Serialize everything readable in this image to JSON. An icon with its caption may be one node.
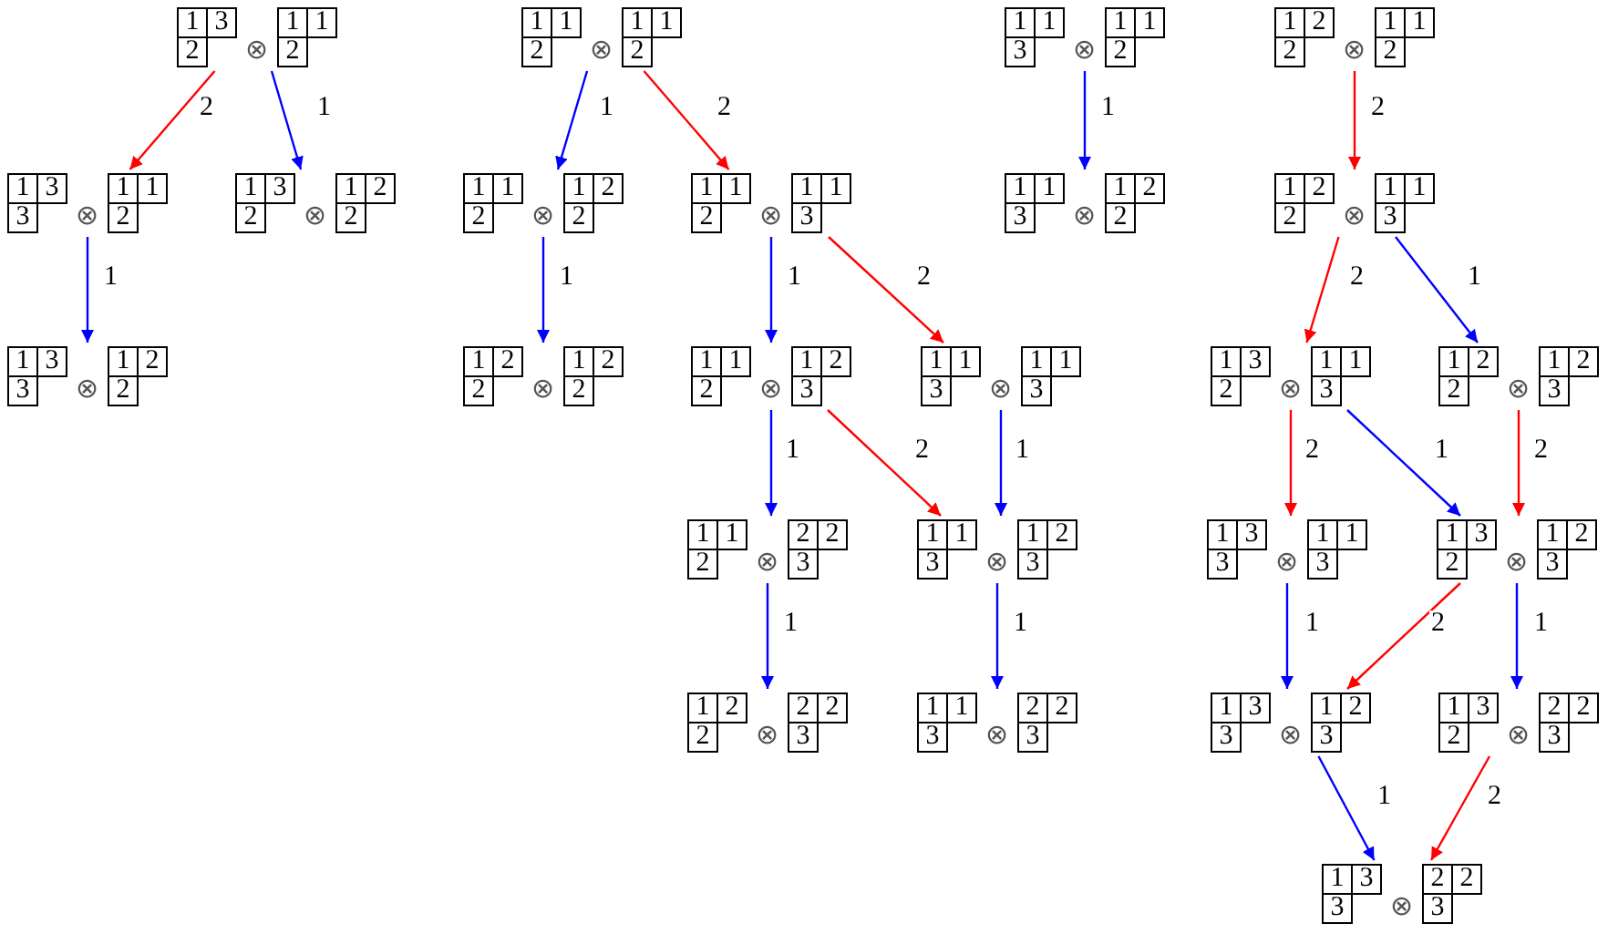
{
  "diagram": {
    "nodes": [
      {
        "text": [
          "1",
          "3",
          "2",
          "⊗",
          "1",
          "1",
          "2"
        ]
      },
      {
        "text": [
          "1",
          "3",
          "3",
          "⊗",
          "1",
          "1",
          "2"
        ]
      },
      {
        "text": [
          "1",
          "3",
          "2",
          "⊗",
          "1",
          "2",
          "2"
        ]
      },
      {
        "text": [
          "1",
          "3",
          "3",
          "⊗",
          "1",
          "2",
          "2"
        ]
      },
      {
        "text": [
          "1",
          "1",
          "2",
          "⊗",
          "1",
          "1",
          "2"
        ]
      },
      {
        "text": [
          "1",
          "1",
          "2",
          "⊗",
          "1",
          "2",
          "2"
        ]
      },
      {
        "text": [
          "1",
          "1",
          "2",
          "⊗",
          "1",
          "1",
          "3"
        ]
      },
      {
        "text": [
          "1",
          "2",
          "2",
          "⊗",
          "1",
          "2",
          "2"
        ]
      },
      {
        "text": [
          "1",
          "1",
          "2",
          "⊗",
          "1",
          "2",
          "3"
        ]
      },
      {
        "text": [
          "1",
          "1",
          "3",
          "⊗",
          "1",
          "1",
          "3"
        ]
      },
      {
        "text": [
          "1",
          "1",
          "2",
          "⊗",
          "2",
          "2",
          "3"
        ]
      },
      {
        "text": [
          "1",
          "1",
          "3",
          "⊗",
          "1",
          "2",
          "3"
        ]
      },
      {
        "text": [
          "1",
          "2",
          "2",
          "⊗",
          "2",
          "2",
          "3"
        ]
      },
      {
        "text": [
          "1",
          "1",
          "3",
          "⊗",
          "2",
          "2",
          "3"
        ]
      },
      {
        "text": [
          "1",
          "1",
          "3",
          "⊗",
          "1",
          "1",
          "2"
        ]
      },
      {
        "text": [
          "1",
          "1",
          "3",
          "⊗",
          "1",
          "2",
          "2"
        ]
      },
      {
        "text": [
          "1",
          "2",
          "2",
          "⊗",
          "1",
          "1",
          "2"
        ]
      },
      {
        "text": [
          "1",
          "2",
          "2",
          "⊗",
          "1",
          "1",
          "3"
        ]
      },
      {
        "text": [
          "1",
          "3",
          "2",
          "⊗",
          "1",
          "1",
          "3"
        ]
      },
      {
        "text": [
          "1",
          "2",
          "2",
          "⊗",
          "1",
          "2",
          "3"
        ]
      },
      {
        "text": [
          "1",
          "3",
          "3",
          "⊗",
          "1",
          "1",
          "3"
        ]
      },
      {
        "text": [
          "1",
          "3",
          "2",
          "⊗",
          "1",
          "2",
          "3"
        ]
      },
      {
        "text": [
          "1",
          "3",
          "3",
          "⊗",
          "1",
          "2",
          "3"
        ]
      },
      {
        "text": [
          "1",
          "3",
          "2",
          "⊗",
          "2",
          "2",
          "3"
        ]
      },
      {
        "text": [
          "1",
          "3",
          "3",
          "⊗",
          "2",
          "2",
          "3"
        ]
      }
    ],
    "edges": [
      {
        "from": 0,
        "to": 1,
        "arrow": "to",
        "label": "2",
        "color": "#ff0000"
      },
      {
        "from": 0,
        "to": 2,
        "arrow": "to",
        "label": "1"
      },
      {
        "from": 1,
        "to": 3,
        "arrow": "to",
        "label": "1"
      },
      {
        "from": 4,
        "to": 5,
        "arrow": "to",
        "label": "1"
      },
      {
        "from": 4,
        "to": 6,
        "arrow": "to",
        "label": "2",
        "color": "#ff0000"
      },
      {
        "from": 5,
        "to": 7,
        "arrow": "to",
        "label": "1"
      },
      {
        "from": 6,
        "to": 8,
        "arrow": "to",
        "label": "1"
      },
      {
        "from": 6,
        "to": 9,
        "arrow": "to",
        "label": "2",
        "color": "#ff0000"
      },
      {
        "from": 8,
        "to": 10,
        "arrow": "to",
        "label": "1"
      },
      {
        "from": 8,
        "to": 11,
        "arrow": "to",
        "label": "2",
        "color": "#ff0000"
      },
      {
        "from": 9,
        "to": 11,
        "arrow": "to",
        "label": "1"
      },
      {
        "from": 10,
        "to": 12,
        "arrow": "to",
        "label": "1"
      },
      {
        "from": 11,
        "to": 13,
        "arrow": "to",
        "label": "1"
      },
      {
        "from": 14,
        "to": 15,
        "arrow": "to",
        "label": "1"
      },
      {
        "from": 16,
        "to": 17,
        "arrow": "to",
        "label": "2",
        "color": "#ff0000"
      },
      {
        "from": 17,
        "to": 18,
        "arrow": "to",
        "label": "2",
        "color": "#ff0000"
      },
      {
        "from": 17,
        "to": 19,
        "arrow": "to",
        "label": "1"
      },
      {
        "from": 18,
        "to": 20,
        "arrow": "to",
        "label": "2",
        "color": "#ff0000"
      },
      {
        "from": 18,
        "to": 21,
        "arrow": "to",
        "label": "1"
      },
      {
        "from": 19,
        "to": 21,
        "arrow": "to",
        "label": "2",
        "color": "#ff0000"
      },
      {
        "from": 20,
        "to": 22,
        "arrow": "to",
        "label": "1"
      },
      {
        "from": 21,
        "to": 22,
        "arrow": "to",
        "label": "2",
        "color": "#ff0000"
      },
      {
        "from": 21,
        "to": 23,
        "arrow": "to",
        "label": "1"
      },
      {
        "from": 22,
        "to": 24,
        "arrow": "to",
        "label": "1"
      },
      {
        "from": 23,
        "to": 24,
        "arrow": "to",
        "label": "2",
        "color": "#ff0000"
      }
    ]
  }
}
